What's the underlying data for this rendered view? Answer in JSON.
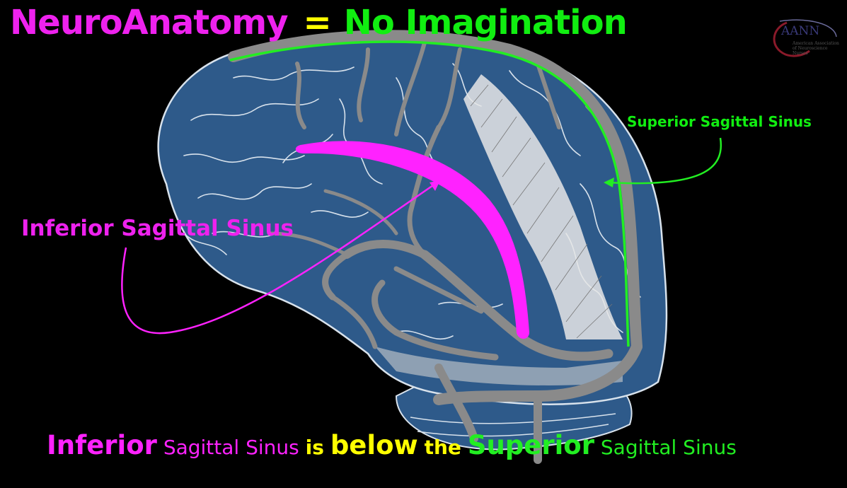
{
  "title": {
    "part1": "NeuroAnatomy",
    "equals": "=",
    "part2": "No Imagination"
  },
  "labels": {
    "superior": "Superior Sagittal Sinus",
    "inferior": "Inferior Sagittal Sinus"
  },
  "caption": {
    "w1": "Inferior",
    "w2": "Sagittal Sinus",
    "w3": "is",
    "w4": "below",
    "w5": "the",
    "w6": "Superior",
    "w7": "Sagittal Sinus"
  },
  "logo": {
    "name": "AANN",
    "subtitle": "American Association of Neuroscience Nurses"
  },
  "colors": {
    "background": "#000000",
    "brain": "#2e5a8a",
    "sulci": "#d8e2ec",
    "veins": "#8a8a8a",
    "inferior_sinus": "#ff22ff",
    "superior_sinus": "#22ee22",
    "highlight": "#ffff00"
  }
}
